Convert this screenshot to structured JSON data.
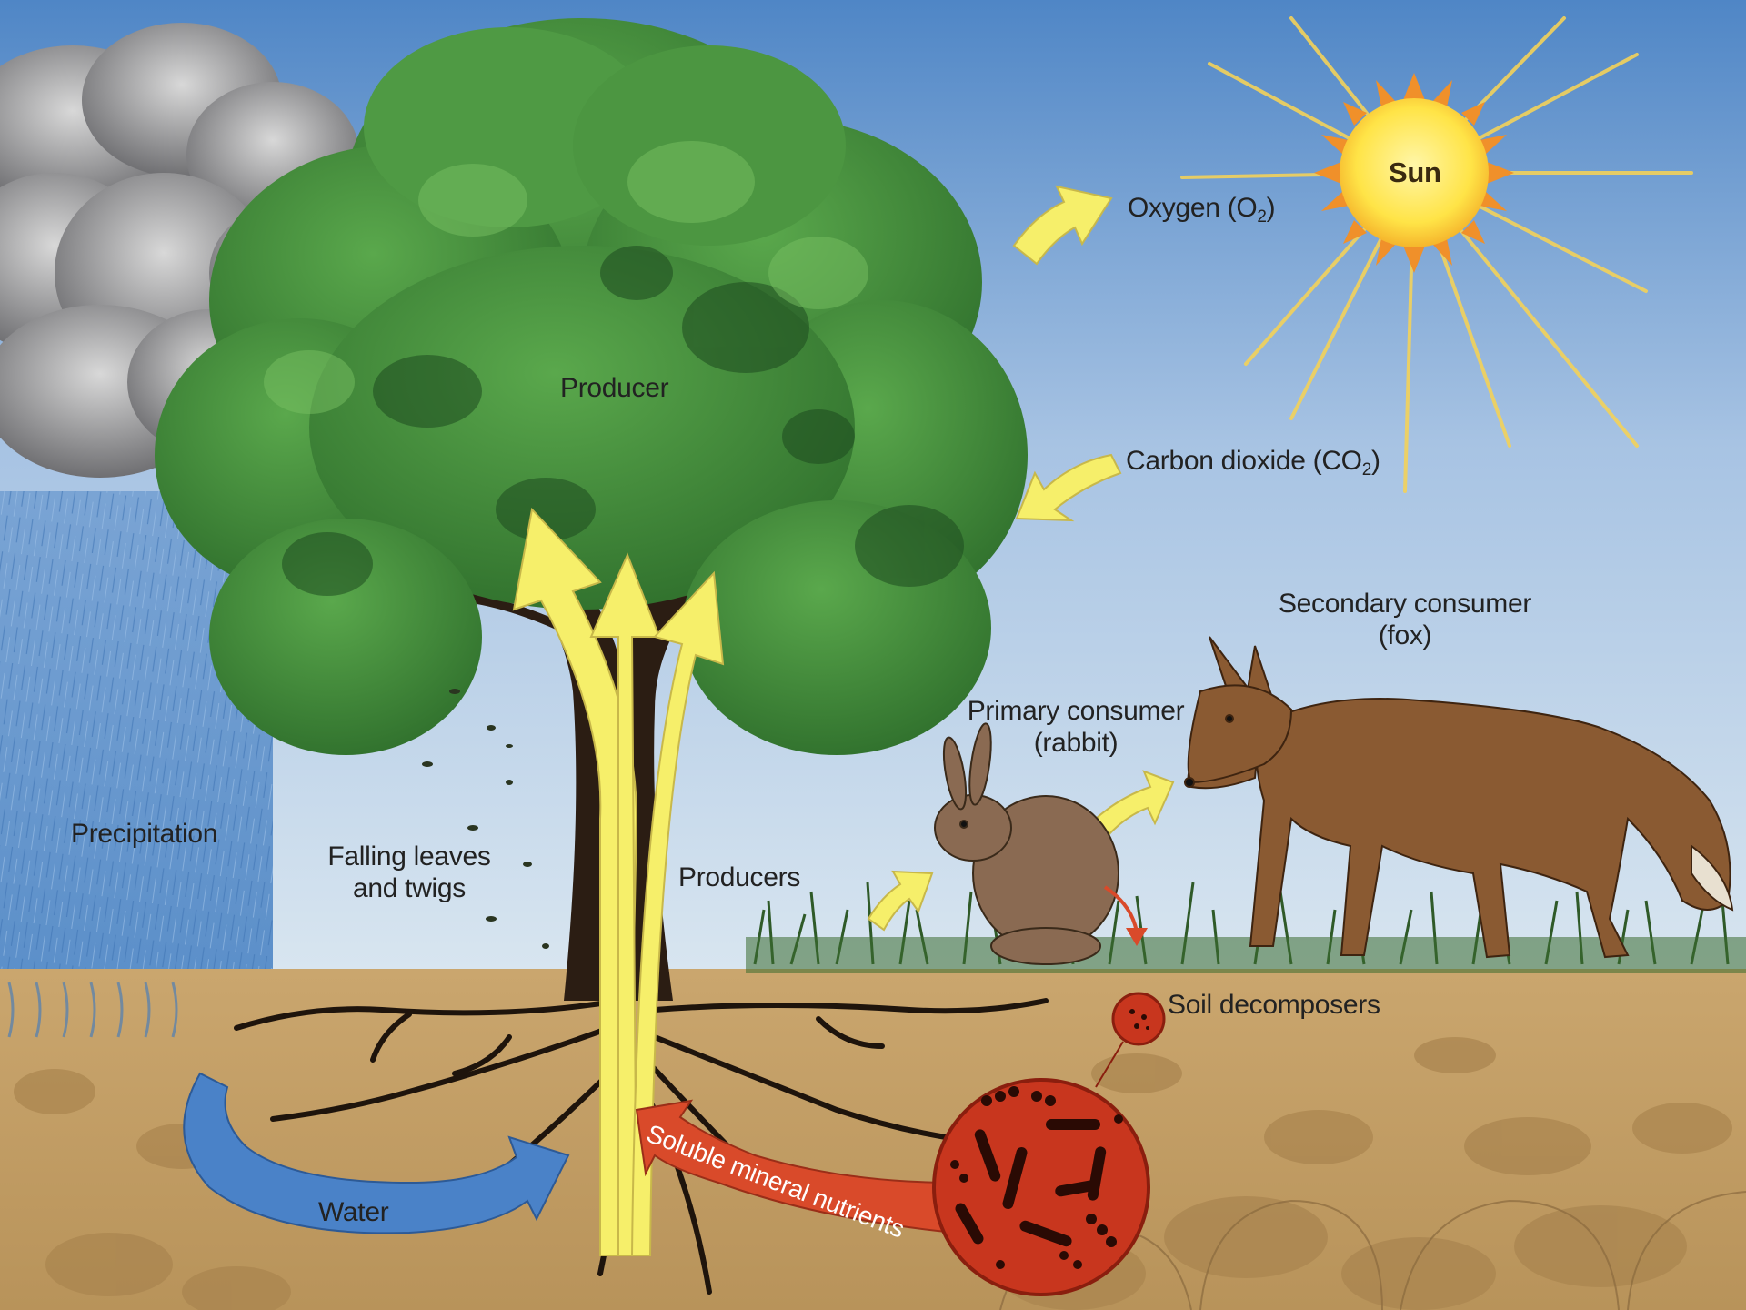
{
  "labels": {
    "sun": "Sun",
    "oxygen": "Oxygen (O",
    "oxygen_sub": "2",
    "oxygen_close": ")",
    "producer": "Producer",
    "carbon_dioxide": "Carbon dioxide (CO",
    "carbon_dioxide_sub": "2",
    "carbon_dioxide_close": ")",
    "secondary_consumer_line1": "Secondary consumer",
    "secondary_consumer_line2": "(fox)",
    "primary_consumer_line1": "Primary consumer",
    "primary_consumer_line2": "(rabbit)",
    "precipitation": "Precipitation",
    "falling_leaves_line1": "Falling leaves",
    "falling_leaves_line2": "and twigs",
    "producers": "Producers",
    "soil_decomposers": "Soil decomposers",
    "water": "Water",
    "soluble_mineral_nutrients": "Soluble mineral nutrients"
  },
  "colors": {
    "sky_top": "#5f90c8",
    "sky_bottom": "#d7e3ee",
    "rain": "#6f9fd0",
    "tree_green": "#3f8a3a",
    "tree_dark": "#1f4f22",
    "trunk": "#2a1c12",
    "arrow_yellow": "#f6ef6a",
    "arrow_blue": "#4a82c8",
    "arrow_red": "#d94a2a",
    "soil": "#c9a56c",
    "soil_dark": "#a88350",
    "decomposer_circle": "#c8361e",
    "sun_core": "#ffe85a",
    "sun_rays": "#f59a2a",
    "fox": "#8a5a32",
    "rabbit": "#8a6a52"
  }
}
